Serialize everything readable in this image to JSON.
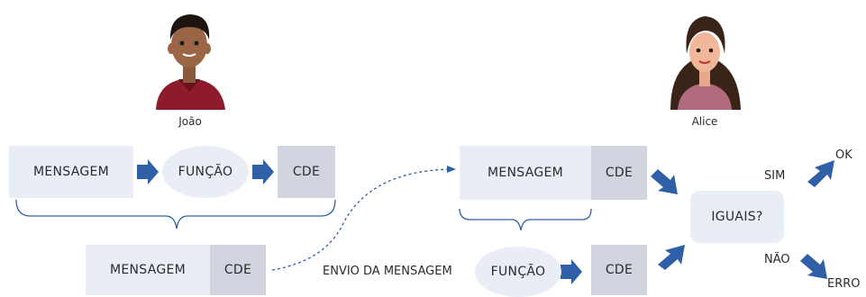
{
  "people": {
    "left_name": "João",
    "right_name": "Alice"
  },
  "sender": {
    "message_label": "MENSAGEM",
    "function_label": "FUNÇÃO",
    "cde_label": "CDE"
  },
  "packet": {
    "message_label": "MENSAGEM",
    "cde_label": "CDE"
  },
  "transmission": {
    "label": "ENVIO DA MENSAGEM"
  },
  "receiver": {
    "message_label": "MENSAGEM",
    "cde_label": "CDE",
    "function_label": "FUNÇÃO",
    "computed_cde_label": "CDE",
    "compare_label": "IGUAIS?",
    "yes_label": "SIM",
    "no_label": "NÃO",
    "ok_label": "OK",
    "error_label": "ERRO"
  },
  "colors": {
    "arrow": "#2f5fa7",
    "box_light": "#e9edf6",
    "box_dark": "#d2d5e0"
  }
}
